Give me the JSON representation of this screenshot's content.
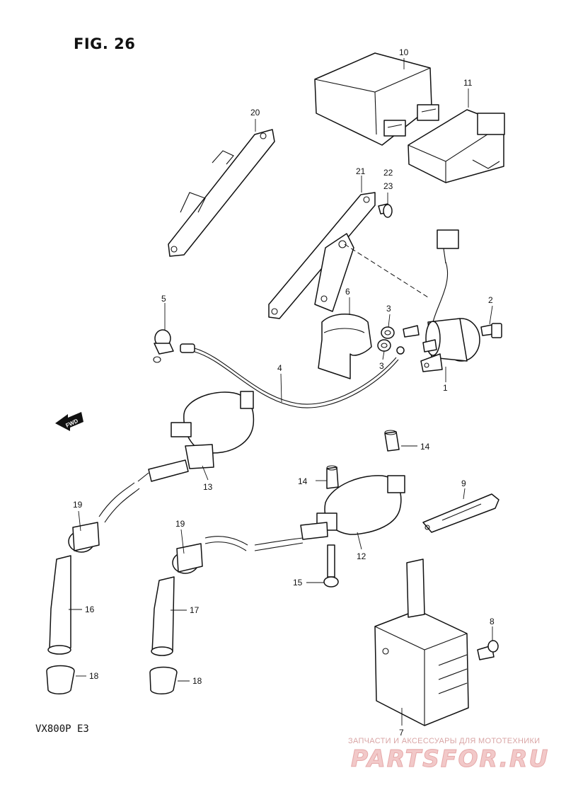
{
  "figure": {
    "title": "FIG. 26"
  },
  "model": "VX800P  E3",
  "fwd_arrow": {
    "label": "FWD"
  },
  "callouts": [
    {
      "id": "c1",
      "num": "1"
    },
    {
      "id": "c2",
      "num": "2"
    },
    {
      "id": "c3a",
      "num": "3"
    },
    {
      "id": "c3b",
      "num": "3"
    },
    {
      "id": "c4",
      "num": "4"
    },
    {
      "id": "c5",
      "num": "5"
    },
    {
      "id": "c6",
      "num": "6"
    },
    {
      "id": "c7",
      "num": "7"
    },
    {
      "id": "c8",
      "num": "8"
    },
    {
      "id": "c9",
      "num": "9"
    },
    {
      "id": "c10",
      "num": "10"
    },
    {
      "id": "c11",
      "num": "11"
    },
    {
      "id": "c12",
      "num": "12"
    },
    {
      "id": "c13",
      "num": "13"
    },
    {
      "id": "c14a",
      "num": "14"
    },
    {
      "id": "c14b",
      "num": "14"
    },
    {
      "id": "c15",
      "num": "15"
    },
    {
      "id": "c16",
      "num": "16"
    },
    {
      "id": "c17",
      "num": "17"
    },
    {
      "id": "c18a",
      "num": "18"
    },
    {
      "id": "c18b",
      "num": "18"
    },
    {
      "id": "c19a",
      "num": "19"
    },
    {
      "id": "c19b",
      "num": "19"
    },
    {
      "id": "c20",
      "num": "20"
    },
    {
      "id": "c21",
      "num": "21"
    },
    {
      "id": "c22",
      "num": "22"
    },
    {
      "id": "c23",
      "num": "23"
    }
  ],
  "watermark": {
    "tagline": "ЗАПЧАСТИ И АКСЕССУАРЫ ДЛЯ МОТОТЕХНИКИ",
    "logo": "PARTSFOR.RU"
  }
}
